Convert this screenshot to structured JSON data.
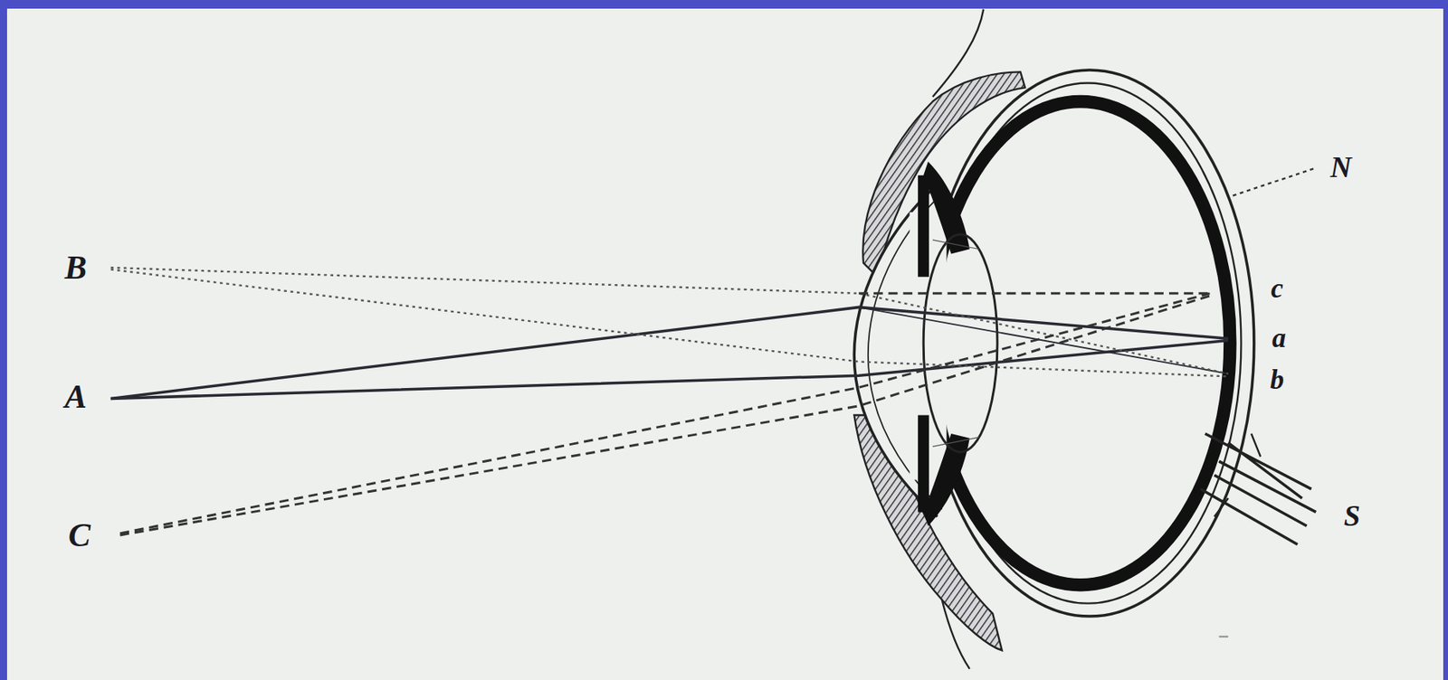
{
  "diagram": {
    "labels": [
      "B",
      "A",
      "C",
      "N",
      "c",
      "a",
      "b",
      "S"
    ]
  }
}
